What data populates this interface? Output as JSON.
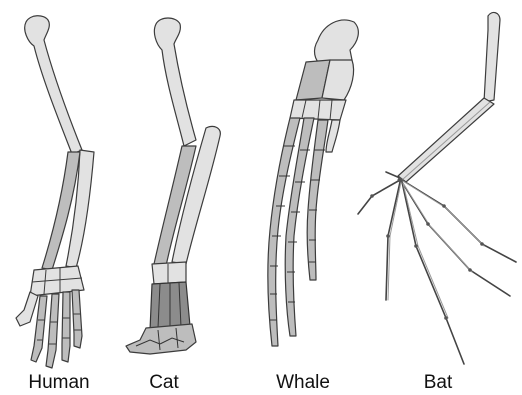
{
  "labels": {
    "human": "Human",
    "cat": "Cat",
    "whale": "Whale",
    "bat": "Bat"
  },
  "colors": {
    "bone_light": "#e2e2e2",
    "bone_mid": "#bdbdbd",
    "bone_dark": "#8c8c8c",
    "outline": "#3c3c3c",
    "background": "#ffffff"
  }
}
